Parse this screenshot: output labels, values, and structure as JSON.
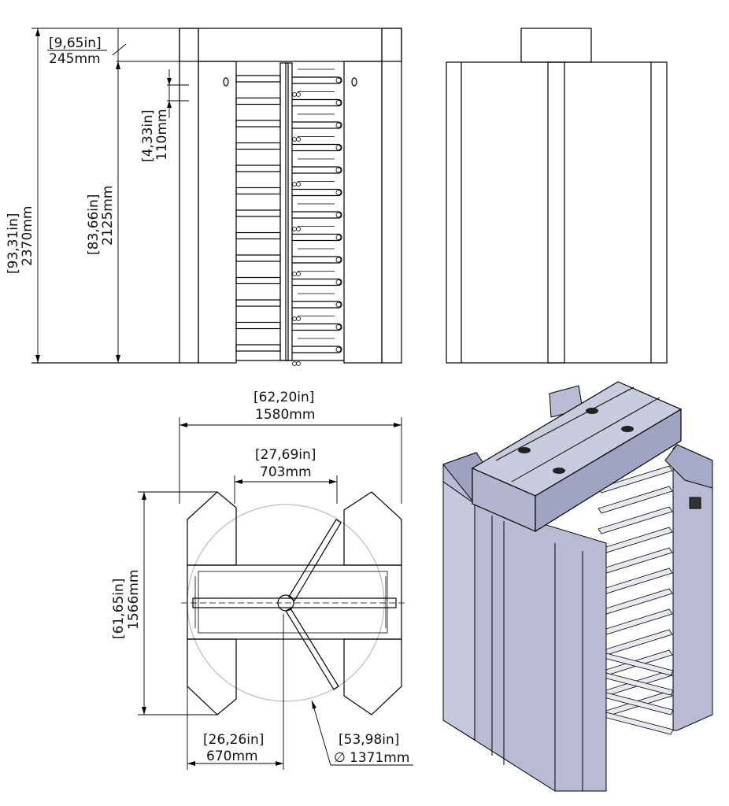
{
  "dimensions": {
    "total_height": {
      "in": "[93,31in]",
      "mm": "2370mm"
    },
    "top_cap": {
      "in": "[9,65in]",
      "mm": "245mm"
    },
    "body_height": {
      "in": "[83,66in]",
      "mm": "2125mm"
    },
    "bar_pitch": {
      "in": "[4,33in]",
      "mm": "110mm"
    },
    "overall_width": {
      "in": "[62,20in]",
      "mm": "1580mm"
    },
    "passage_width": {
      "in": "[27,69in]",
      "mm": "703mm"
    },
    "overall_depth": {
      "in": "[61,65in]",
      "mm": "1566mm"
    },
    "half_width": {
      "in": "[26,26in]",
      "mm": "670mm"
    },
    "rotor_diameter": {
      "in": "[53,98in]",
      "mm": "1371mm",
      "symbol": "∅"
    }
  },
  "views": [
    "front-view",
    "side-view",
    "top-view",
    "isometric-view"
  ],
  "colors": {
    "line": "#000000",
    "body_shade": "#b9bbd4",
    "body_dark": "#9ea1c0",
    "bar": "#e8e8ee"
  }
}
